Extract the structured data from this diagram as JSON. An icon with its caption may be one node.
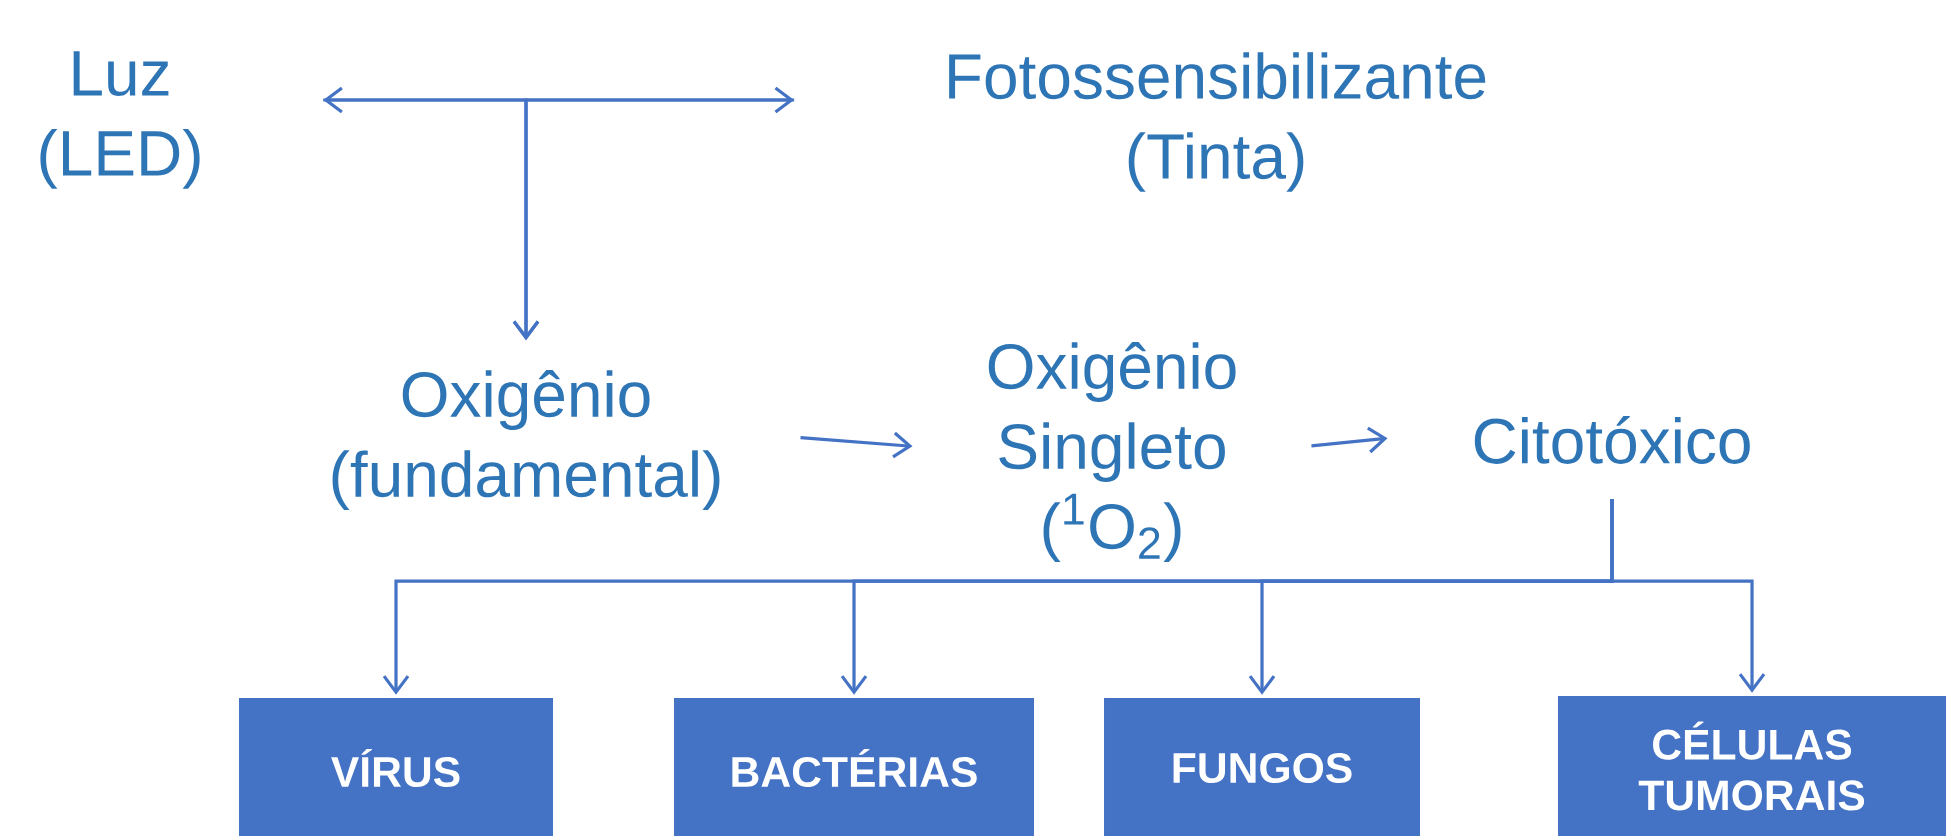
{
  "diagram": {
    "nodes": [
      {
        "text": [
          "Luz (LED)"
        ]
      },
      {
        "text": [
          "Fotossensibilizante (Tinta)"
        ]
      },
      {
        "text": [
          "Oxigênio (fundamental)"
        ]
      },
      {
        "text": [
          "Oxigênio Singleto ($^{1}$O$_{2}$)"
        ]
      },
      {
        "text": [
          "Citotóxico"
        ]
      },
      {
        "text": [
          "VÍRUS"
        ]
      },
      {
        "text": [
          "BACTÉRIAS"
        ]
      },
      {
        "text": [
          "FUNGOS"
        ]
      },
      {
        "text": [
          "CÉLULAS TUMORAIS"
        ]
      }
    ],
    "edges": [
      {
        "from": 0,
        "to": 1,
        "arrow": "both"
      },
      {
        "from": 0,
        "to": 2,
        "arrow": "to"
      },
      {
        "from": 1,
        "to": 2,
        "arrow": "to"
      },
      {
        "from": 2,
        "to": 3,
        "arrow": "to"
      },
      {
        "from": 3,
        "to": 4,
        "arrow": "to"
      },
      {
        "from": 4,
        "to": 5,
        "arrow": "to"
      },
      {
        "from": 4,
        "to": 6,
        "arrow": "to"
      },
      {
        "from": 4,
        "to": 7,
        "arrow": "to"
      },
      {
        "from": 4,
        "to": 8,
        "arrow": "to"
      }
    ]
  }
}
